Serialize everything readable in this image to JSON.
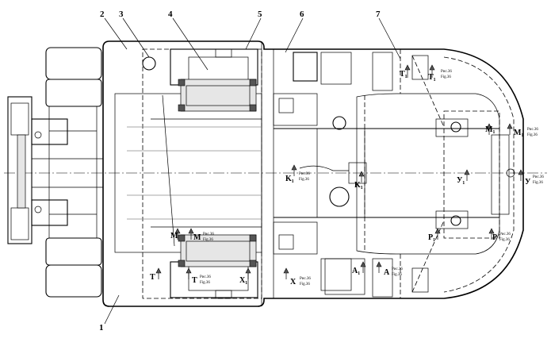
{
  "callouts": [
    {
      "id": "1",
      "text": "1"
    },
    {
      "id": "2",
      "text": "2"
    },
    {
      "id": "3",
      "text": "3"
    },
    {
      "id": "4",
      "text": "4"
    },
    {
      "id": "5",
      "text": "5"
    },
    {
      "id": "6",
      "text": "6"
    },
    {
      "id": "7",
      "text": "7"
    }
  ],
  "section_labels": {
    "T1": "T₁",
    "T1b": "T₁",
    "T": "T",
    "Tb": "T",
    "M1": "M₁",
    "M": "M",
    "Mb": "M",
    "K1": "K₁",
    "K1b": "K₁",
    "X1": "X₁",
    "X": "X",
    "Y1": "У₁",
    "Y": "У",
    "P1": "P₁",
    "P": "P",
    "A1": "A₁",
    "A": "A"
  },
  "figure_ref": {
    "line1": "Рис.36",
    "line2": "Fig.36"
  }
}
